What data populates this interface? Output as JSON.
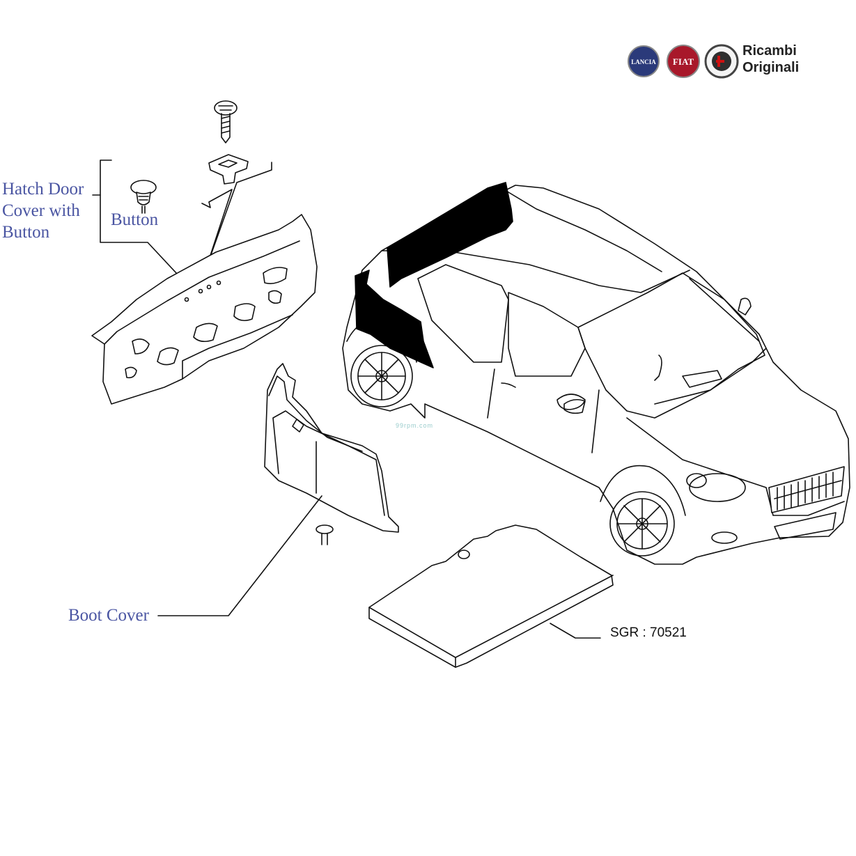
{
  "labels": {
    "hatch_door_cover_line1": "Hatch Door",
    "hatch_door_cover_line2": "Cover with",
    "hatch_door_cover_line3": "Button",
    "button": "Button",
    "boot_cover": "Boot Cover",
    "sgr_code": "SGR : 70521"
  },
  "brand": {
    "line1": "Ricambi",
    "line2": "Originali",
    "badges": [
      "LANCIA",
      "FIAT",
      "ALFA ROMEO"
    ]
  },
  "watermark": "99rpm.com",
  "colors": {
    "label_blue": "#4a55a2",
    "line": "#111111",
    "lancia_badge": "#2b3a7a",
    "fiat_badge": "#a8182a",
    "alfa_badge": "#2f2f2f"
  }
}
